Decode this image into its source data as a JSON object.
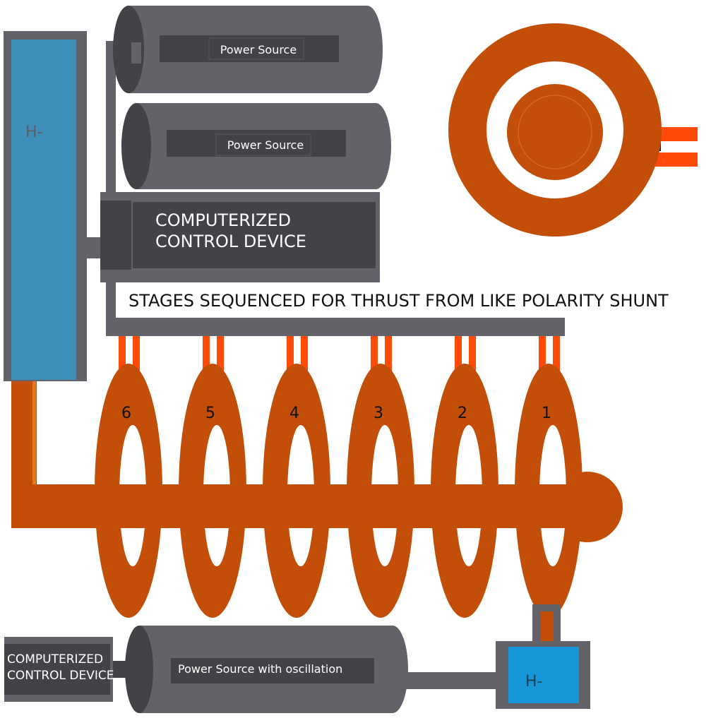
{
  "diagram": {
    "top_power_source_1": "Power Source",
    "top_power_source_2": "Power Source",
    "control_device_main_line1": "COMPUTERIZED",
    "control_device_main_line2": "CONTROL DEVICE",
    "stages_caption": "STAGES SEQUENCED FOR THRUST FROM LIKE POLARITY SHUNT",
    "tank_large_label": "H-",
    "tank_small_label": "H-",
    "bottom_control_line1": "COMPUTERIZED",
    "bottom_control_line2": "CONTROL DEVICE",
    "bottom_power_source": "Power Source with oscillation",
    "coil_stages": [
      "6",
      "5",
      "4",
      "3",
      "2",
      "1"
    ]
  },
  "colors": {
    "copper": "#c24e08",
    "terminal": "#ff4a0a",
    "cylinder_gray": "#636268",
    "dark_gray": "#444247",
    "tank_blue": "#3e8fb8",
    "tank_blue_bright": "#1696d6"
  }
}
